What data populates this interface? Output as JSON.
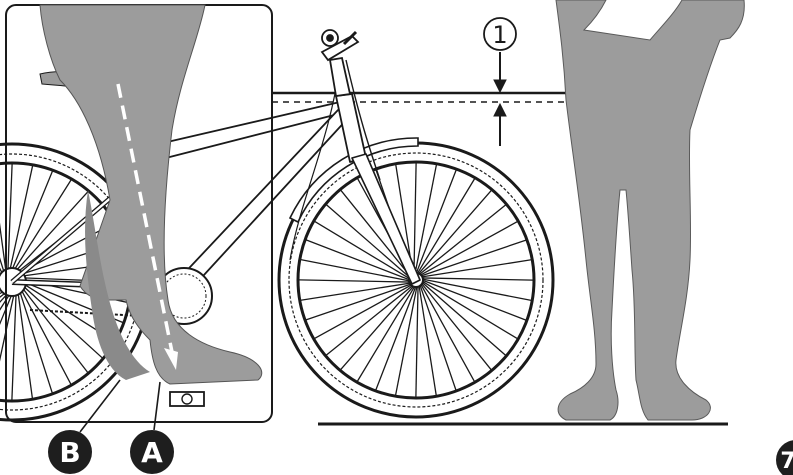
{
  "callouts": {
    "a": "A",
    "b": "B",
    "one": "1",
    "page": "7"
  },
  "icons": {
    "wheel": "bicycle-wheel-icon",
    "rider": "rider-leg-silhouette",
    "person": "standing-person-silhouette"
  },
  "colors": {
    "silhouette": "#9c9c9c",
    "ink": "#1a1a1a",
    "badge": "#1e1e1e"
  }
}
